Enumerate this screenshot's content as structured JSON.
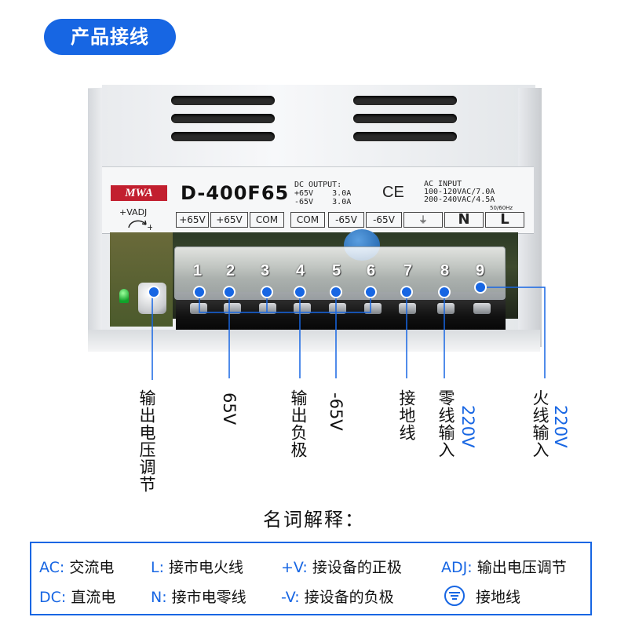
{
  "header": {
    "title": "产品接线"
  },
  "label": {
    "brand": "MWA",
    "model": "D-400F65",
    "dc_output": "DC OUTPUT:\n+65V    3.0A\n-65V    3.0A",
    "ce_mark": "CE",
    "ac_input": "AC INPUT\n100-120VAC/7.0A\n200-240VAC/4.5A",
    "frequency": "50/60Hz",
    "adjust": "+VADJ",
    "adjust_sign": "+"
  },
  "terminal_labels": [
    "+65V",
    "+65V",
    "COM",
    "COM",
    "-65V",
    "-65V",
    "⏚",
    "N",
    "L"
  ],
  "terminal_numbers": [
    "1",
    "2",
    "3",
    "4",
    "5",
    "6",
    "7",
    "8",
    "9"
  ],
  "callouts": {
    "vadj": "输出电压调节",
    "pos": "65V",
    "neg_label": "输出负极",
    "neg_value": "-65V",
    "ground": "接地线",
    "neutral": "零线输入",
    "neutral_v": "220V",
    "live": "火线输入",
    "live_v": "220V"
  },
  "glossary": {
    "title": "名词解释：",
    "items": [
      {
        "key": "AC:",
        "value": "交流电"
      },
      {
        "key": "L:",
        "value": "接市电火线"
      },
      {
        "key": "+V:",
        "value": "接设备的正极"
      },
      {
        "key": "ADJ:",
        "value": "输出电压调节"
      },
      {
        "key": "DC:",
        "value": "直流电"
      },
      {
        "key": "N:",
        "value": "接市电零线"
      },
      {
        "key": "-V:",
        "value": "接设备的负极"
      },
      {
        "key": "",
        "value": "接地线",
        "icon": "ground-icon"
      }
    ]
  },
  "colors": {
    "accent": "#1766e3",
    "brand_red": "#c21f2f"
  }
}
